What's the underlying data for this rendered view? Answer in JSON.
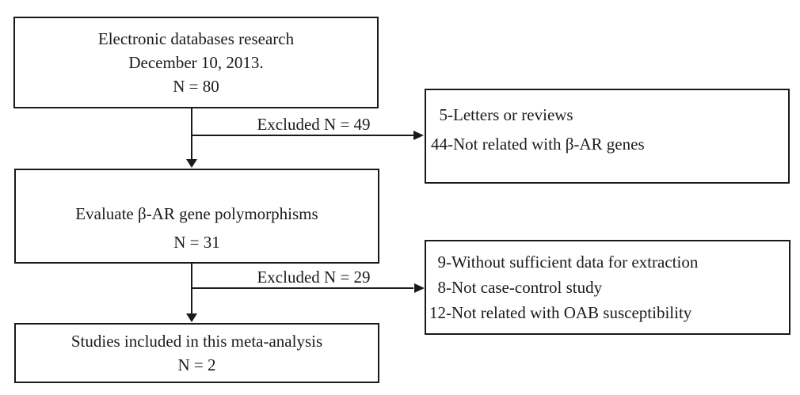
{
  "diagram": {
    "title_semantic": "Study selection flowchart for meta-analysis",
    "colors": {
      "background": "#ffffff",
      "line": "#1a1a1a",
      "text": "#1b1b1b"
    },
    "boxes": {
      "search": {
        "lines": [
          "Electronic databases research",
          "December 10, 2013.",
          "N = 80"
        ]
      },
      "evaluate": {
        "lines": [
          "Evaluate β-AR gene polymorphisms",
          "N = 31"
        ]
      },
      "included": {
        "lines": [
          "Studies included in this meta-analysis",
          "N = 2"
        ]
      },
      "excluded1": {
        "lines": [
          "  5-Letters or reviews",
          "44-Not related with β-AR genes"
        ]
      },
      "excluded2": {
        "lines": [
          "  9-Without sufficient data for extraction",
          "  8-Not case-control study",
          "12-Not related with OAB susceptibility"
        ]
      }
    },
    "labels": {
      "excluded1": "Excluded N = 49",
      "excluded2": "Excluded N = 29"
    }
  }
}
